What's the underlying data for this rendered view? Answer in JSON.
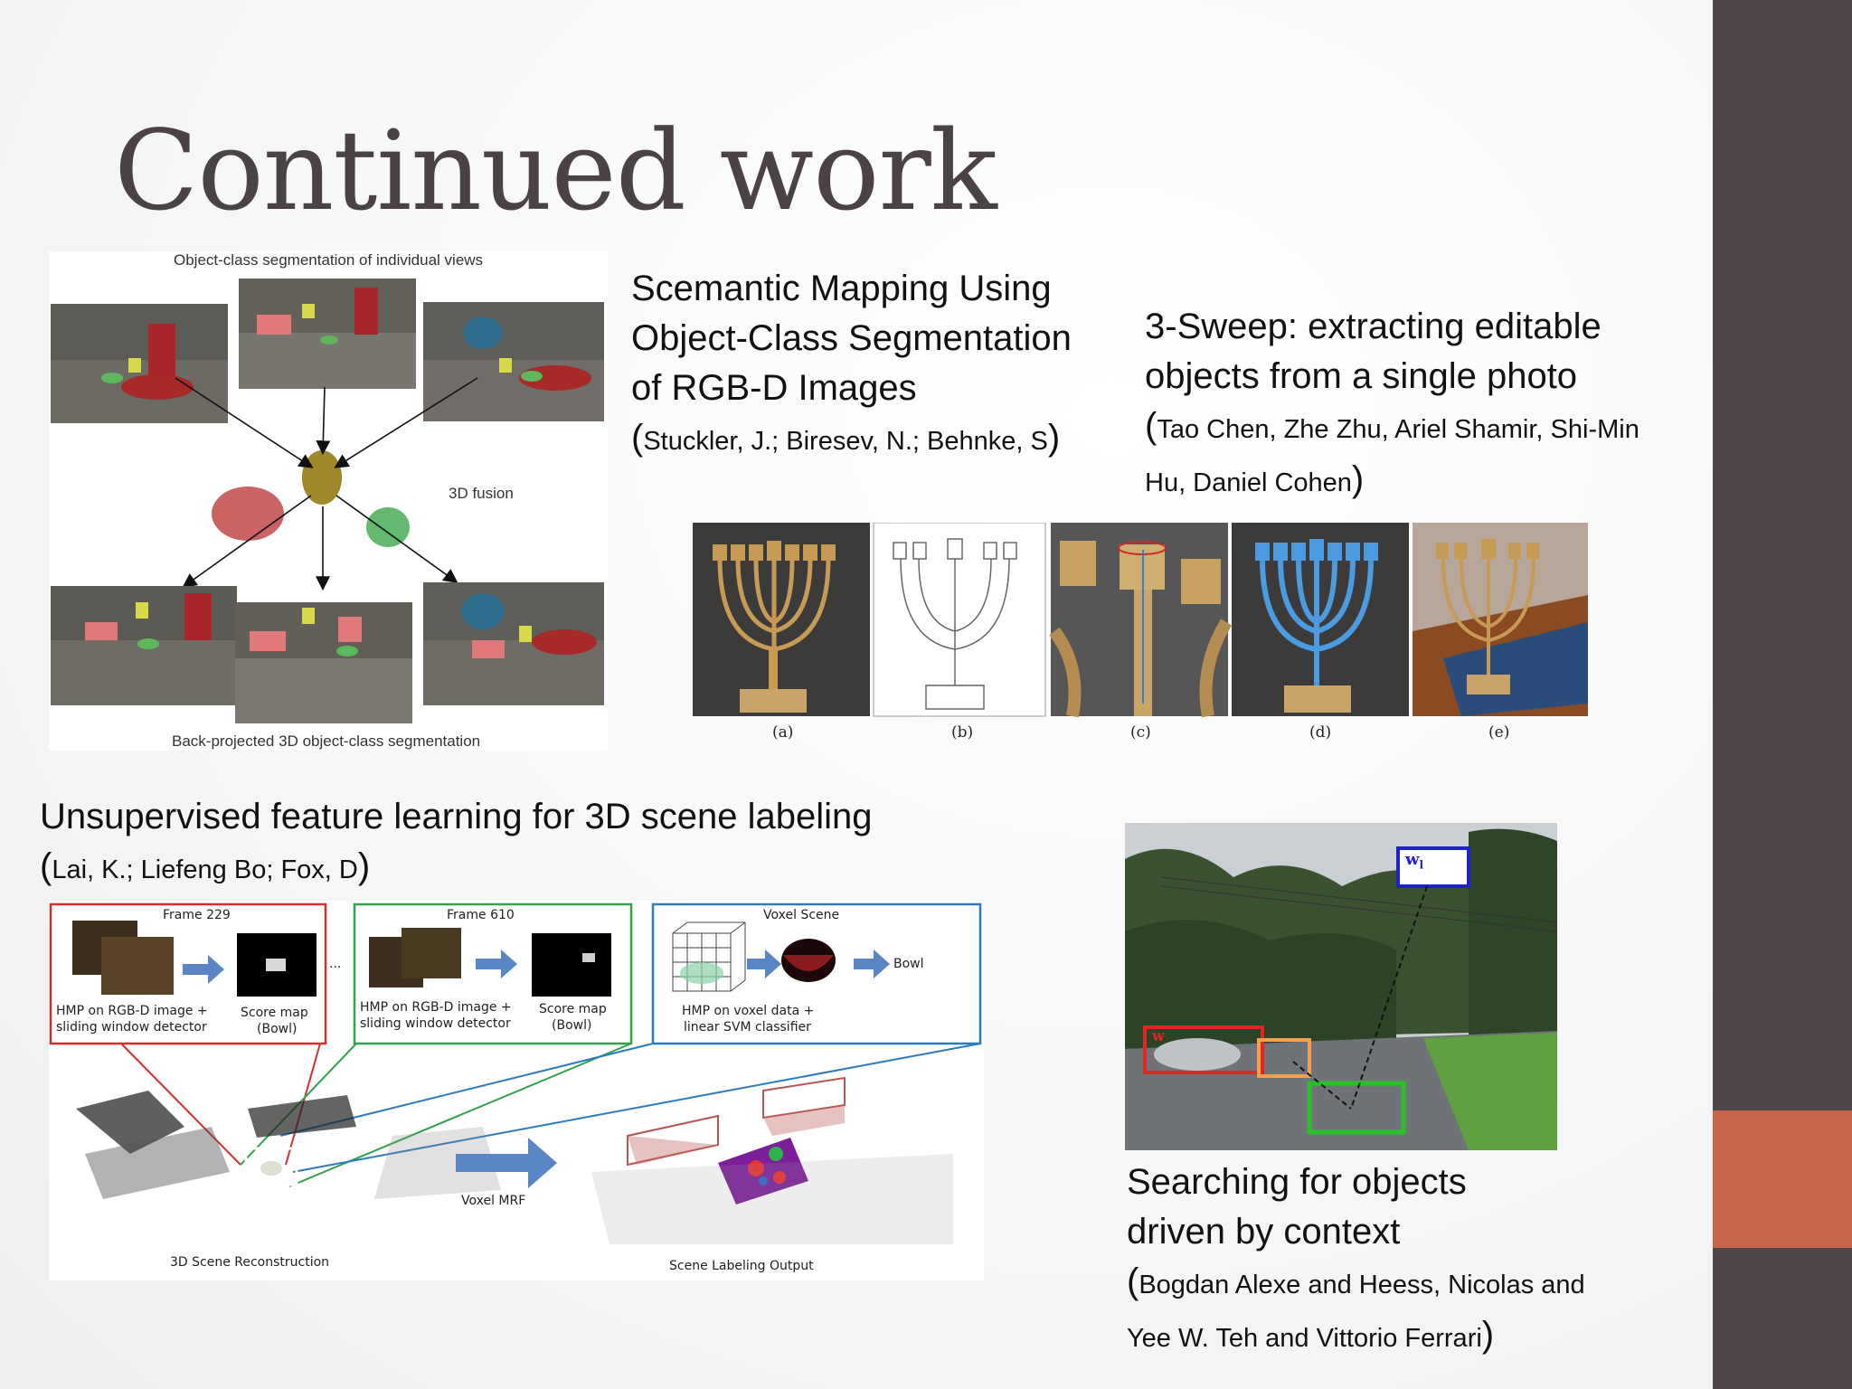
{
  "slide": {
    "title": "Continued work",
    "colors": {
      "sidebar": "#4f4647",
      "accent": "#c86449",
      "title": "#4b4243"
    }
  },
  "papers": [
    {
      "title_lines": [
        "Scemantic Mapping Using",
        "Object-Class Segmentation",
        "of RGB-D Images"
      ],
      "authors": "Stuckler, J.; Biresev, N.; Behnke, S"
    },
    {
      "title_lines": [
        "3-Sweep: extracting editable",
        "objects from a single photo"
      ],
      "authors_lines": [
        "Tao Chen, Zhe Zhu, Ariel Shamir, Shi-Min",
        "Hu, Daniel Cohen"
      ]
    },
    {
      "title_lines": [
        "Unsupervised feature learning for 3D scene labeling"
      ],
      "authors": "Lai, K.; Liefeng Bo; Fox, D"
    },
    {
      "title_lines": [
        "Searching for objects",
        "driven by context"
      ],
      "authors_lines": [
        "Bogdan Alexe and Heess, Nicolas and",
        "Yee W. Teh and Vittorio Ferrari"
      ]
    }
  ],
  "figures": {
    "segmentation": {
      "top_label": "Object-class segmentation of individual views",
      "center_label": "3D fusion",
      "bottom_label": "Back-projected 3D object-class segmentation"
    },
    "sweep": {
      "panels": [
        "(a)",
        "(b)",
        "(c)",
        "(d)",
        "(e)"
      ]
    },
    "scene_labeling": {
      "frame1": "Frame 229",
      "frame2": "Frame 610",
      "voxel": "Voxel Scene",
      "hmp_rgbd_1": "HMP on RGB-D image +",
      "sliding_1": "sliding window detector",
      "score_map": "Score map",
      "bowl_paren": "(Bowl)",
      "hmp_voxel": "HMP on voxel data +",
      "svm": "linear SVM classifier",
      "bowl": "Bowl",
      "ellipsis": "...",
      "voxel_mrf": "Voxel MRF",
      "recon": "3D Scene Reconstruction",
      "output": "Scene Labeling Output"
    },
    "context": {
      "box_label_top": "w",
      "box_label_sub": "l",
      "box_label_left": "w"
    }
  }
}
